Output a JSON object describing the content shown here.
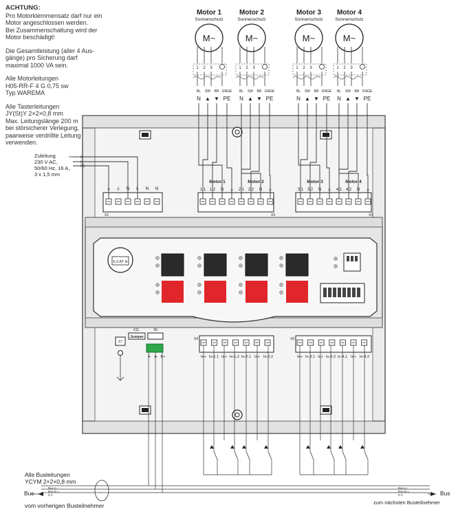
{
  "notes": {
    "warning_title": "ACHTUNG:",
    "warning_lines": [
      "Pro Motorklemmensatz darf nur ein",
      "Motor angeschlossen werden.",
      "Bei Zusammenschaltung wird der",
      "Motor beschädigt!"
    ],
    "power_lines": [
      "Die Gesamtleistung (aller 4 Aus-",
      "gänge) pro Sicherung darf",
      "maximal 1000 VA sein."
    ],
    "motor_cable_lines": [
      "Alle Motorleitungen",
      "H05-RR-F 4 G 0,75 sw",
      "Typ WAREMA"
    ],
    "button_cable_lines": [
      "Alle Tasterleitungen",
      "JY(St)Y 2×2×0,8 mm",
      "Max. Leitungslänge 200 m",
      "bei störsicherer Verlegung,",
      "paarweise verdrillte Leitung",
      "verwenden."
    ]
  },
  "supply": {
    "lines": [
      "Zuleitung",
      "230 V AC,",
      "50/60 Hz, 16 A,",
      "3 x 1,5 mm"
    ],
    "wire_labels": [
      "N",
      "L",
      "PE"
    ],
    "terminal_labels": [
      "⏚",
      "⏚",
      "N",
      "L",
      "N",
      "N"
    ],
    "block_label": "X1"
  },
  "motors": [
    {
      "title": "Motor 1",
      "subtitle": "Sonnenschutz"
    },
    {
      "title": "Motor 2",
      "subtitle": "Sonnenschutz"
    },
    {
      "title": "Motor 3",
      "subtitle": "Sonnenschutz"
    },
    {
      "title": "Motor 4",
      "subtitle": "Sonnenschutz"
    }
  ],
  "motor_symbol": "M~",
  "motor_pins": [
    "1",
    "2",
    "3",
    "⏚"
  ],
  "wire_colors": [
    "BL",
    "SW",
    "BR",
    "GNGE"
  ],
  "wire_funcs": [
    "N",
    "▲",
    "▼",
    "PE"
  ],
  "output_blocks": [
    {
      "header1": "Motor 1",
      "header2": "Motor 2",
      "terminals": [
        "1.1",
        "1.2",
        "N",
        "⏚",
        "2.1",
        "2.2",
        "N",
        "⏚"
      ],
      "block_label": "X3"
    },
    {
      "header1": "Motor 3",
      "header2": "Motor 4",
      "terminals": [
        "3.1",
        "3.2",
        "N",
        "⏚",
        "4.1",
        "4.2",
        "N",
        "⏚"
      ],
      "block_label": "X3"
    }
  ],
  "device": {
    "fuse_label": "6,3 AT H",
    "input_blocks": [
      {
        "block_label": "X4",
        "terminals": [
          "In+",
          "In-1.1",
          "In+",
          "In-1.2",
          "In-2.1",
          "In+",
          "In-2.2"
        ]
      },
      {
        "block_label": "X5",
        "terminals": [
          "In+",
          "In-3.1",
          "In+",
          "In-3.2",
          "In-4.1",
          "In+",
          "In-4.2"
        ]
      }
    ],
    "x7_label": "X7",
    "x11_label": "X11",
    "x6_label": "X6",
    "jumper_label": "Jumper",
    "bus_terminal_labels": [
      "⏚",
      "A-",
      "B+"
    ]
  },
  "bus": {
    "cable_lines": [
      "Alle Busleitungen",
      "YCYM 2×2×0,8 mm"
    ],
    "left_label": "Bus",
    "wire_labels": [
      "Bus A -",
      "Bus B +",
      "0 V"
    ],
    "right_label": "Bus",
    "from_text": "vom vorherigen Busteilnehmer",
    "to_text": "zum nächsten Busteilnehmer"
  },
  "colors": {
    "relay": "#e0262a",
    "display": "#2a2a2a",
    "line": "#333333",
    "housing": "#e6e6e6",
    "terminal_green": "#2ea84a"
  }
}
